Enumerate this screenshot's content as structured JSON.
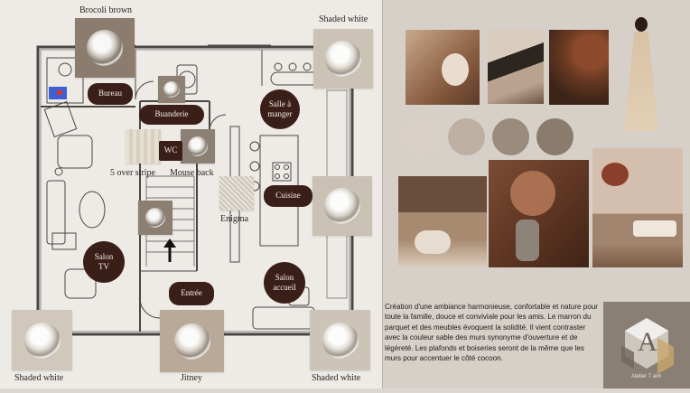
{
  "swatches": {
    "top_left": {
      "label": "Brocoli brown",
      "color": "#8b7c6e"
    },
    "top_right": {
      "label": "Shaded white",
      "color": "#cbc3b5"
    },
    "bottom_left": {
      "label": "Shaded white",
      "color": "#cfc8bb"
    },
    "bottom_mid": {
      "label": "Jitney",
      "color": "#b9a999"
    },
    "bottom_right": {
      "label": "Shaded white",
      "color": "#ccc4b6"
    },
    "mid_right": {
      "color": "#c9c1b3"
    },
    "stripe": {
      "label": "5 over stripe"
    },
    "mouse_back": {
      "label": "Mouse back"
    },
    "enigma": {
      "label": "Enigma"
    }
  },
  "rooms": {
    "bureau": "Bureau",
    "buanderie": "Buanderie",
    "wc": "WC",
    "salle_a_manger": "Salle à manger",
    "cuisine": "Cuisine",
    "salon_tv": "Salon TV",
    "entree": "Entrée",
    "salon_accueil": "Salon accueil"
  },
  "palette_dots": [
    "#d9d1c8",
    "#bdb0a2",
    "#9a8b7c",
    "#8a7b6c"
  ],
  "description": "Création d'une ambiance harmonieuse, confortable et nature pour toute la famille, douce et conviviale pour les amis. Le marron du parquet et des meubles évoquent la solidité. Il vient contraster avec la couleur sable des murs synonyme d'ouverture et de légèreté. Les plafonds et boiseries seront de la même que les murs pour accentuer le côté cocoon.",
  "logo": {
    "letter": "A",
    "caption": "Atelier 7 aim"
  }
}
